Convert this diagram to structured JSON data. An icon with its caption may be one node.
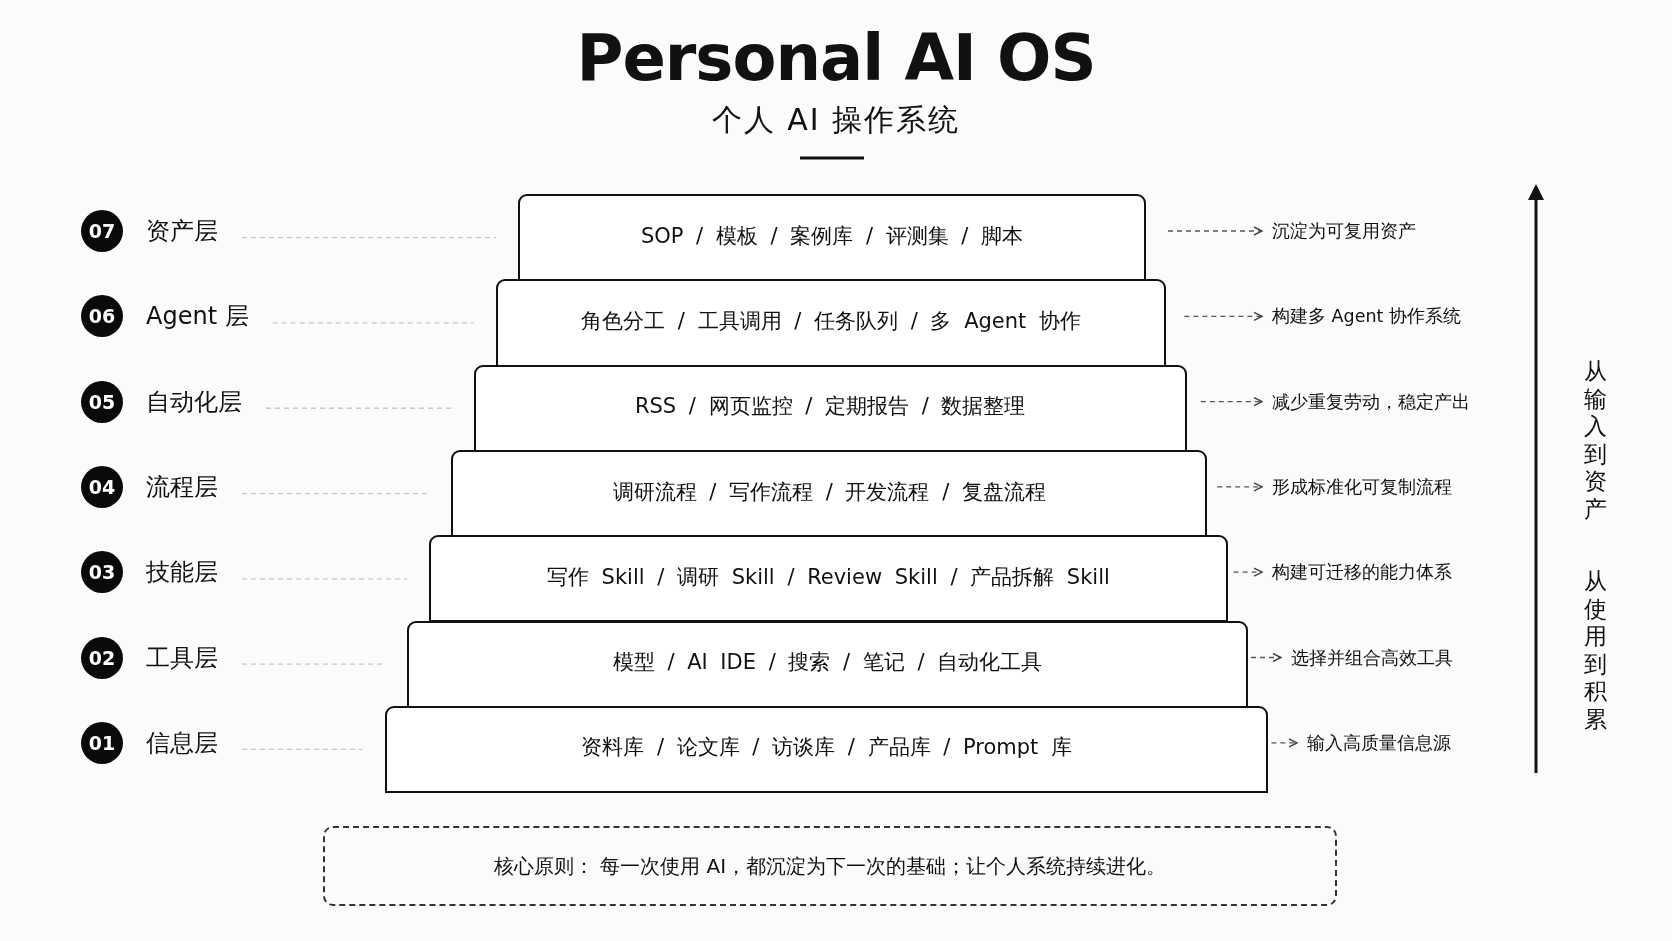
{
  "diagram": {
    "title": "Personal AI OS",
    "nodes": [
      {
        "text": [
          "07"
        ]
      },
      {
        "text": [
          "资产层"
        ]
      },
      {
        "text": [
          "SOP / 模板 / 案例库 / 评测集 / 脚本"
        ]
      },
      {
        "text": [
          "沉淀为可复用资产"
        ]
      },
      {
        "text": [
          "06"
        ]
      },
      {
        "text": [
          "Agent 层"
        ]
      },
      {
        "text": [
          "角色分工 / 工具调用 / 任务队列 / 多 Agent 协作"
        ]
      },
      {
        "text": [
          "构建多 Agent 协作系统"
        ]
      },
      {
        "text": [
          "05"
        ]
      },
      {
        "text": [
          "自动化层"
        ]
      },
      {
        "text": [
          "RSS / 网页监控 / 定期报告 / 数据整理"
        ]
      },
      {
        "text": [
          "减少重复劳动，稳定产出"
        ]
      },
      {
        "text": [
          "04"
        ]
      },
      {
        "text": [
          "流程层"
        ]
      },
      {
        "text": [
          "调研流程 / 写作流程 / 开发流程 / 复盘流程"
        ]
      },
      {
        "text": [
          "形成标准化可复制流程"
        ]
      },
      {
        "text": [
          "03"
        ]
      },
      {
        "text": [
          "技能层"
        ]
      },
      {
        "text": [
          "写作 Skill / 调研 Skill / Review Skill / 产品拆解 Skill"
        ]
      },
      {
        "text": [
          "构建可迁移的能力体系"
        ]
      },
      {
        "text": [
          "02"
        ]
      },
      {
        "text": [
          "工具层"
        ]
      },
      {
        "text": [
          "模型 / AI IDE / 搜索 / 笔记 / 自动化工具"
        ]
      },
      {
        "text": [
          "选择并组合高效工具"
        ]
      },
      {
        "text": [
          "01"
        ]
      },
      {
        "text": [
          "信息层"
        ]
      },
      {
        "text": [
          "资料库 / 论文库 / 访谈库 / 产品库 / Prompt 库"
        ]
      },
      {
        "text": [
          "输入高质量信息源"
        ]
      },
      {
        "text": [
          "核心原则： 每一次使用 AI，都沉淀为下一次的基础；让个人系统持续进化。"
        ]
      }
    ],
    "edges": [
      {
        "from": 1,
        "to": 2,
        "arrow": "none",
        "style": "dashed",
        "color": "#c8c8c8"
      },
      {
        "from": 2,
        "to": 3,
        "arrow": "to",
        "style": "dashed",
        "color": "#555555"
      },
      {
        "from": 5,
        "to": 6,
        "arrow": "none",
        "style": "dashed",
        "color": "#c8c8c8"
      },
      {
        "from": 6,
        "to": 7,
        "arrow": "to",
        "style": "dashed",
        "color": "#555555"
      },
      {
        "from": 9,
        "to": 10,
        "arrow": "none",
        "style": "dashed",
        "color": "#c8c8c8"
      },
      {
        "from": 10,
        "to": 11,
        "arrow": "to",
        "style": "dashed",
        "color": "#555555"
      },
      {
        "from": 13,
        "to": 14,
        "arrow": "none",
        "style": "dashed",
        "color": "#c8c8c8"
      },
      {
        "from": 14,
        "to": 15,
        "arrow": "to",
        "style": "dashed",
        "color": "#555555"
      },
      {
        "from": 17,
        "to": 18,
        "arrow": "none",
        "style": "dashed",
        "color": "#c8c8c8"
      },
      {
        "from": 18,
        "to": 19,
        "arrow": "to",
        "style": "dashed",
        "color": "#555555"
      },
      {
        "from": 21,
        "to": 22,
        "arrow": "none",
        "style": "dashed",
        "color": "#c8c8c8"
      },
      {
        "from": 22,
        "to": 23,
        "arrow": "to",
        "style": "dashed",
        "color": "#555555"
      },
      {
        "from": 25,
        "to": 26,
        "arrow": "none",
        "style": "dashed",
        "color": "#c8c8c8"
      },
      {
        "from": 26,
        "to": 27,
        "arrow": "to",
        "style": "dashed",
        "color": "#555555"
      }
    ],
    "labels": [
      "个人 AI 操作系统",
      "从输入到资产",
      "从使用到积累"
    ]
  }
}
